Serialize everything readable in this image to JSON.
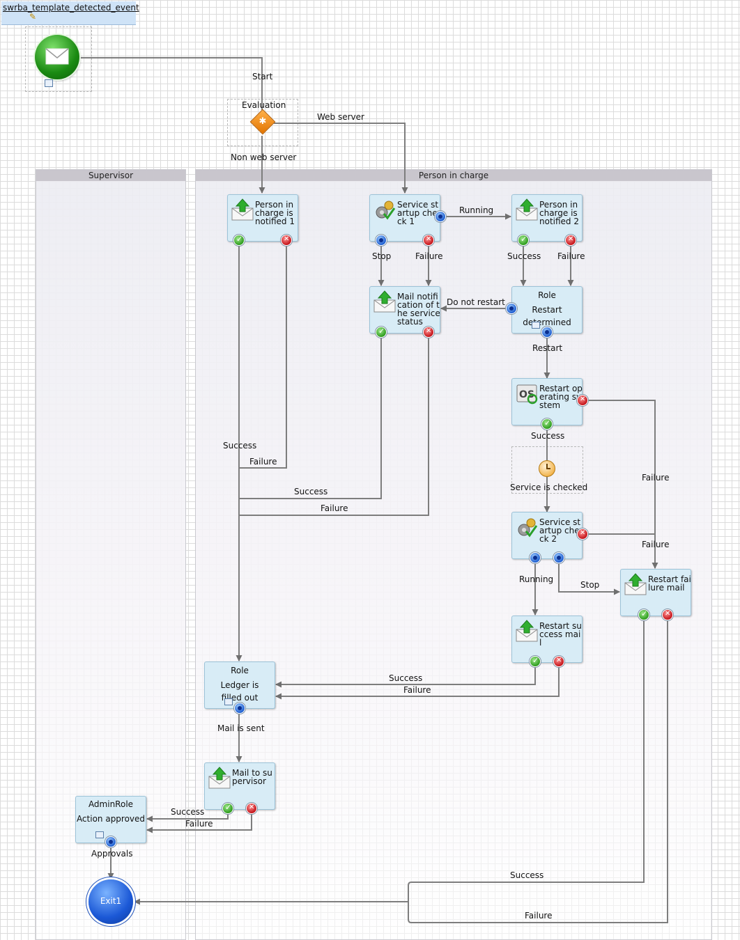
{
  "diagram": {
    "title": "swrba_template_detected_event",
    "lanes": {
      "supervisor": "Supervisor",
      "person_in_charge": "Person in charge"
    },
    "gateway": {
      "label": "Evaluation"
    },
    "nodes": {
      "notified1": "Person in charge is notified 1",
      "startup_check1": "Service startup check 1",
      "notified2": "Person in charge is notified 2",
      "mail_status": "Mail notification of the service status",
      "restart_role": {
        "role": "Role",
        "line1": "Restart",
        "line2": "determined"
      },
      "restart_os": "Restart operating system",
      "timer": "Service is checked",
      "startup_check2": "Service startup check 2",
      "restart_failure_mail": "Restart failure mail",
      "restart_success_mail": "Restart success mail",
      "ledger_role": {
        "role": "Role",
        "line1": "Ledger is",
        "line2": "filled out"
      },
      "mail_supervisor": "Mail to supervisor",
      "admin_role": {
        "role": "AdminRole",
        "line1": "Action approved"
      },
      "exit": "Exit1"
    },
    "edge_labels": {
      "start": "Start",
      "web_server": "Web server",
      "non_web_server": "Non web server",
      "running1": "Running",
      "stop1": "Stop",
      "failure_check1": "Failure",
      "success_n2": "Success",
      "failure_n2": "Failure",
      "do_not_restart": "Do not restart",
      "restart": "Restart",
      "success_os": "Success",
      "failure_os": "Failure",
      "failure_check2": "Failure",
      "running2": "Running",
      "stop2": "Stop",
      "success_n1": "Success",
      "failure_n1": "Failure",
      "success_mail_status": "Success",
      "failure_mail_status": "Failure",
      "success_restart_mail": "Success",
      "failure_restart_mail": "Failure",
      "mail_is_sent": "Mail is sent",
      "success_supervisor": "Success",
      "failure_supervisor": "Failure",
      "approvals": "Approvals",
      "success_fail_mail": "Success",
      "failure_fail_mail": "Failure"
    }
  }
}
